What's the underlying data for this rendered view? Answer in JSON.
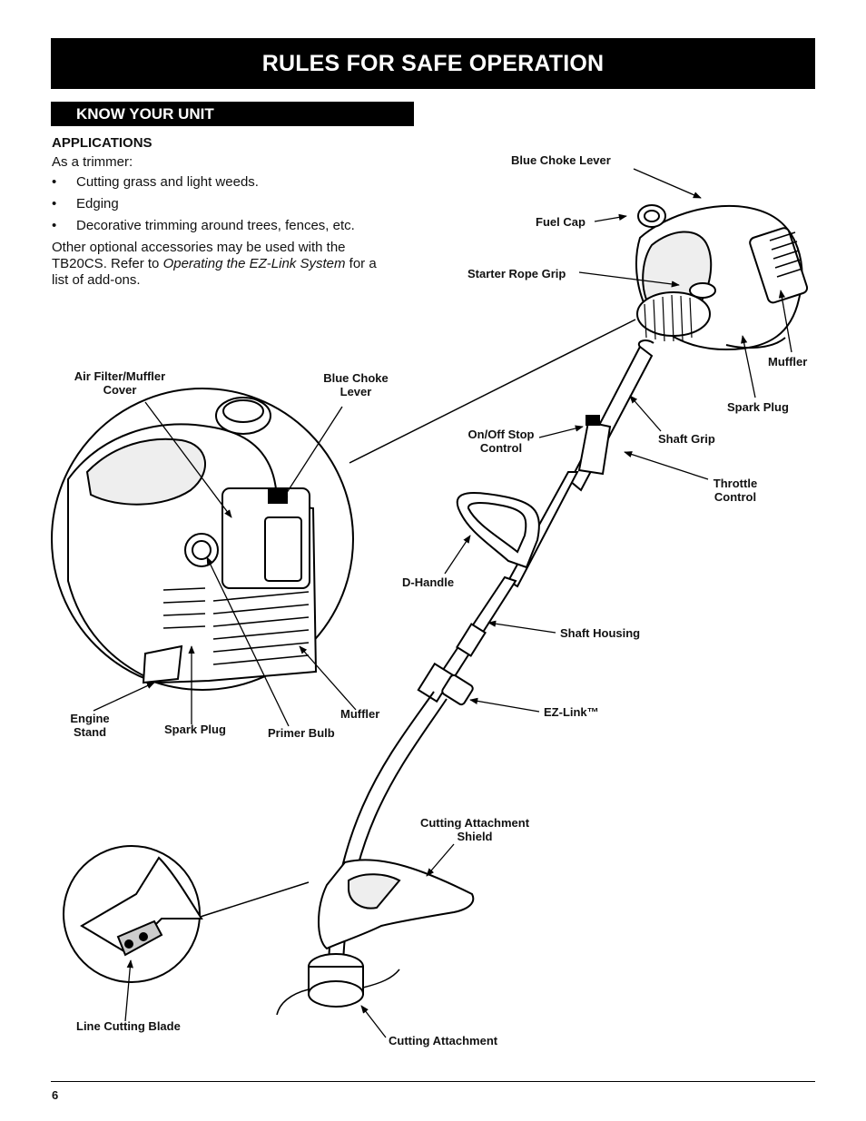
{
  "header": {
    "title": "RULES FOR SAFE OPERATION"
  },
  "section": {
    "title": "KNOW YOUR UNIT"
  },
  "applications": {
    "heading": "APPLICATIONS",
    "intro": "As a trimmer:",
    "bullets": [
      "Cutting grass and light weeds.",
      "Edging",
      "Decorative trimming around trees, fences, etc."
    ],
    "bullet_char": "•",
    "para_pre": "Other optional accessories may be used with the TB20CS. Refer to ",
    "para_italic": "Operating the EZ-Link System",
    "para_post": " for a list of add-ons."
  },
  "labels": {
    "blue_choke_lever_top": "Blue Choke Lever",
    "fuel_cap": "Fuel Cap",
    "starter_rope_grip": "Starter Rope Grip",
    "muffler_right": "Muffler",
    "spark_plug_right": "Spark Plug",
    "shaft_grip": "Shaft Grip",
    "on_off_stop_line1": "On/Off Stop",
    "on_off_stop_line2": "Control",
    "throttle_line1": "Throttle",
    "throttle_line2": "Control",
    "d_handle": "D-Handle",
    "shaft_housing": "Shaft Housing",
    "ez_link": "EZ-Link™",
    "shield_line1": "Cutting Attachment",
    "shield_line2": "Shield",
    "cutting_attachment": "Cutting Attachment",
    "air_filter_line1": "Air Filter/Muffler",
    "air_filter_line2": "Cover",
    "blue_choke_inset_line1": "Blue Choke",
    "blue_choke_inset_line2": "Lever",
    "engine_stand_line1": "Engine",
    "engine_stand_line2": "Stand",
    "spark_plug_inset": "Spark Plug",
    "primer_bulb": "Primer Bulb",
    "muffler_inset": "Muffler",
    "line_cutting_blade": "Line Cutting Blade"
  },
  "footer": {
    "page_number": "6"
  }
}
